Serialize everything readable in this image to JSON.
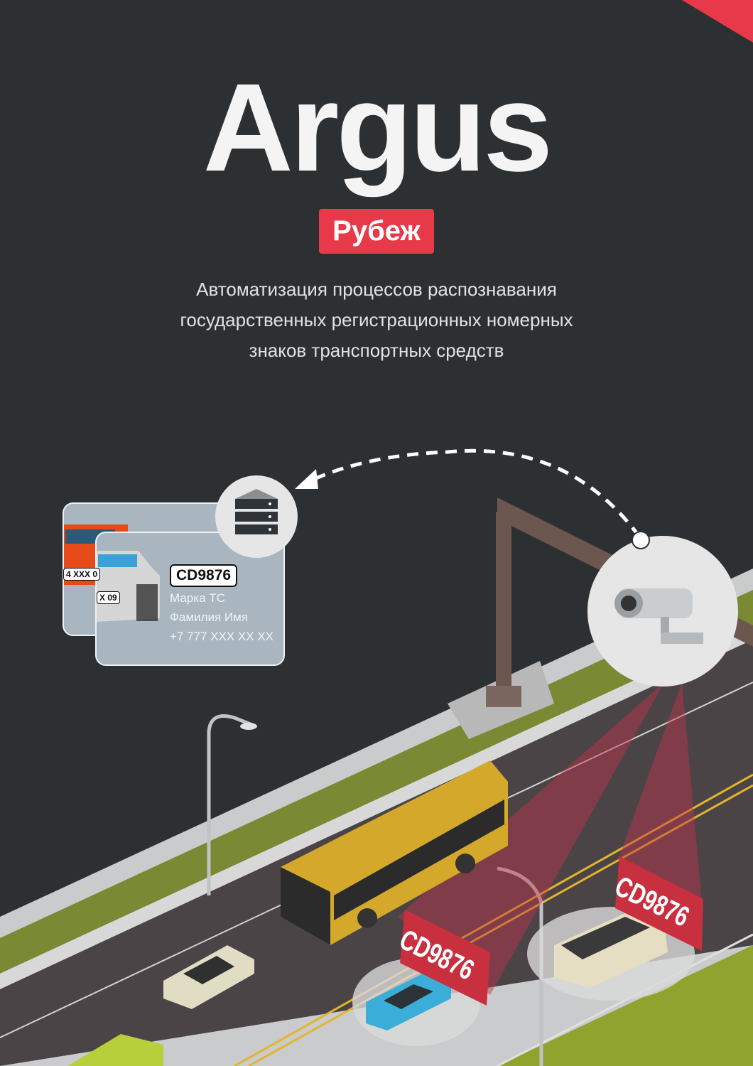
{
  "header": {
    "title": "Argus",
    "badge": "Рубеж",
    "subtitle_lines": [
      "Автоматизация процессов распознавания",
      "государственных регистрационных номерных",
      "знаков транспортных средств"
    ]
  },
  "card": {
    "plate": "CD9876",
    "brand": "Марка ТС",
    "owner": "Фамилия Имя",
    "phone": "+7 777 XXX XX XX",
    "back_plate": "4 XXX 0",
    "front_plate_partial": "X 09"
  },
  "scene": {
    "detected_plates": [
      "CD9876",
      "CD9876"
    ],
    "icons": [
      "server-icon",
      "camera-icon"
    ]
  },
  "colors": {
    "background": "#2d3032",
    "accent": "#e8394a",
    "card": "#a9b6c0"
  }
}
